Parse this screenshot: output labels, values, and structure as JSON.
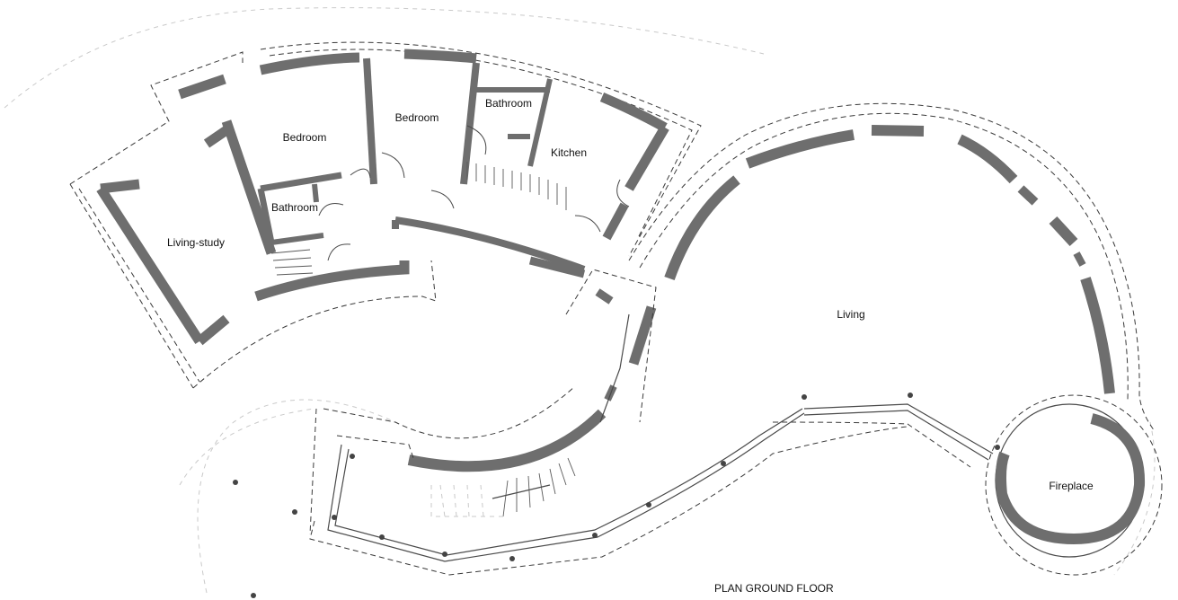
{
  "rooms": {
    "living_study": "Living-study",
    "bedroom_1": "Bedroom",
    "bedroom_2": "Bedroom",
    "bathroom_1": "Bathroom",
    "bathroom_2": "Bathroom",
    "kitchen": "Kitchen",
    "living": "Living",
    "fireplace": "Fireplace"
  },
  "caption": "PLAN GROUND FLOOR",
  "colors": {
    "wall": "#6e6e6e",
    "line": "#3a3a3a",
    "background": "#ffffff"
  }
}
